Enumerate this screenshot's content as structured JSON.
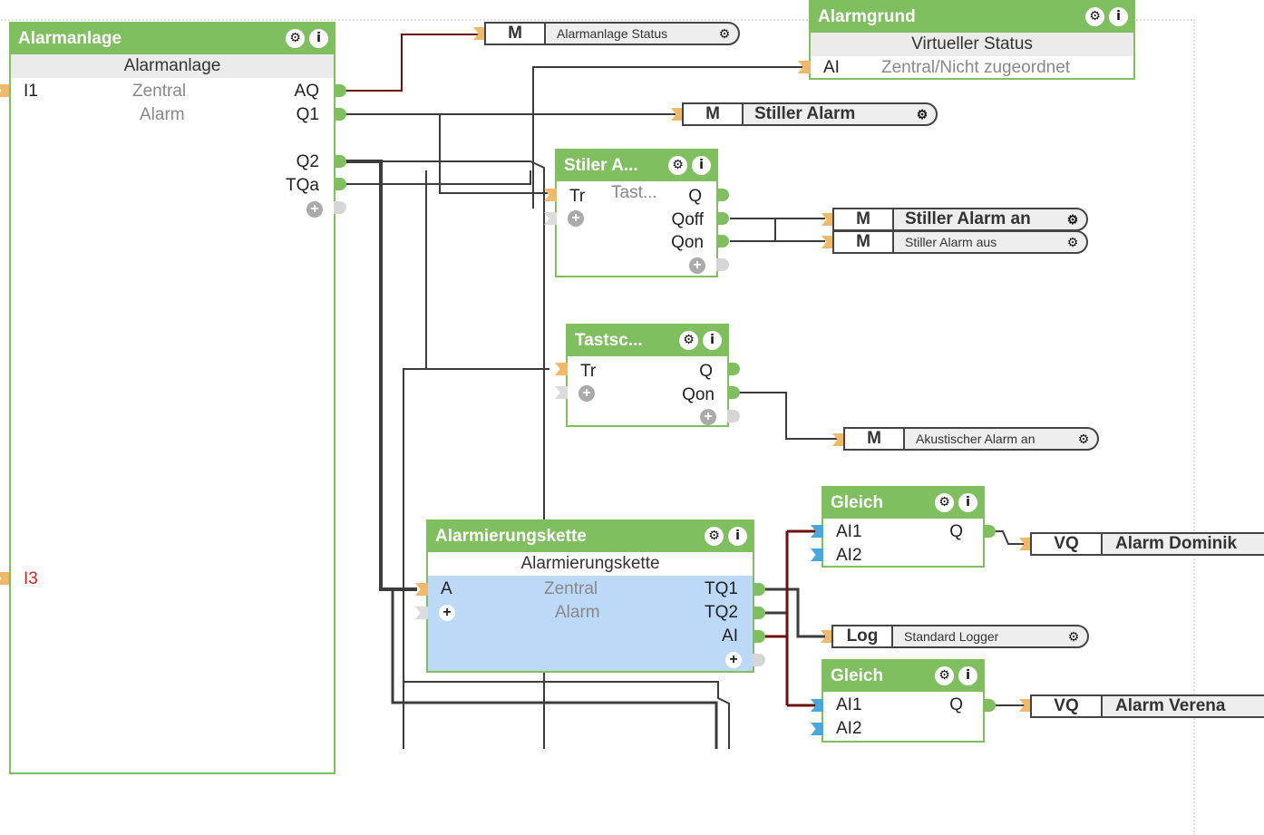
{
  "blocks": {
    "alarmanlage": {
      "title": "Alarmanlage",
      "subtitle": "Alarmanlage",
      "inputs": [
        "I1",
        "I3"
      ],
      "center_lines": [
        "Zentral",
        "Alarm"
      ],
      "outputs": [
        "AQ",
        "Q1",
        "Q2",
        "TQa"
      ]
    },
    "alarmgrund": {
      "title": "Alarmgrund",
      "subtitle": "Virtueller Status",
      "input": "AI",
      "value": "Zentral/Nicht zugeordnet"
    },
    "stiller_alarm": {
      "title": "Stiler A...",
      "center": "Tast...",
      "inputs": [
        "Tr"
      ],
      "outputs": [
        "Q",
        "Qoff",
        "Qon"
      ]
    },
    "tastschalter": {
      "title": "Tastsc...",
      "inputs": [
        "Tr"
      ],
      "outputs": [
        "Q",
        "Qon"
      ]
    },
    "alarmierungskette": {
      "title": "Alarmierungskette",
      "subtitle": "Alarmierungskette",
      "inputs": [
        "A"
      ],
      "center_lines": [
        "Zentral",
        "Alarm"
      ],
      "outputs": [
        "TQ1",
        "TQ2",
        "AI"
      ],
      "highlight_color": "#bcd9f7"
    },
    "gleich1": {
      "title": "Gleich",
      "inputs": [
        "AI1",
        "AI2"
      ],
      "output": "Q"
    },
    "gleich2": {
      "title": "Gleich",
      "inputs": [
        "AI1",
        "AI2"
      ],
      "output": "Q"
    }
  },
  "tags": [
    {
      "kind": "M",
      "name": "Alarmanlage Status"
    },
    {
      "kind": "M",
      "name": "Stiller Alarm"
    },
    {
      "kind": "M",
      "name": "Stiller Alarm an"
    },
    {
      "kind": "M",
      "name": "Stiller Alarm aus"
    },
    {
      "kind": "M",
      "name": "Akustischer Alarm an"
    },
    {
      "kind": "Log",
      "name": "Standard Logger"
    }
  ],
  "vq": [
    {
      "kind": "VQ",
      "name": "Alarm Dominik"
    },
    {
      "kind": "VQ",
      "name": "Alarm Verena"
    }
  ],
  "icons": {
    "gear": "⚙",
    "info": "i",
    "plus": "+"
  },
  "colors": {
    "block_green": "#7fbf5f",
    "input_orange": "#f0b869",
    "wire_dark": "#3c3c3c",
    "wire_red": "#6e1010",
    "input_blue": "#4aa8d8"
  }
}
